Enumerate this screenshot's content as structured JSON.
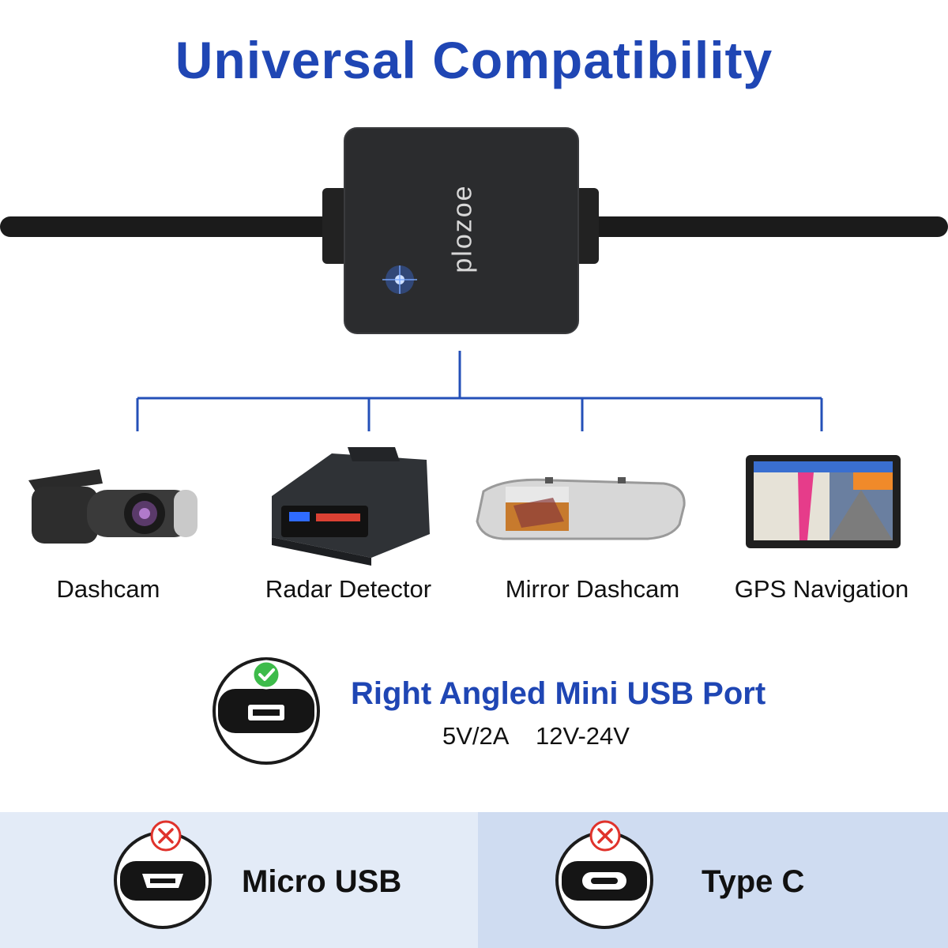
{
  "title": "Universal Compatibility",
  "module": {
    "brand": "plozoe"
  },
  "devices": [
    {
      "label": "Dashcam",
      "icon": "dashcam-icon"
    },
    {
      "label": "Radar Detector",
      "icon": "radar-detector-icon"
    },
    {
      "label": "Mirror Dashcam",
      "icon": "mirror-dashcam-icon"
    },
    {
      "label": "GPS Navigation",
      "icon": "gps-navigation-icon"
    }
  ],
  "port": {
    "title": "Right Angled Mini USB Port",
    "spec_1": "5V/2A",
    "spec_2": "12V-24V",
    "status_icon": "check-icon"
  },
  "incompatible": [
    {
      "label": "Micro USB",
      "status_icon": "cross-icon"
    },
    {
      "label": "Type C",
      "status_icon": "cross-icon"
    }
  ],
  "colors": {
    "accent": "#1f46b4",
    "check": "#3dbb4a",
    "cross": "#e0322b",
    "panel_left": "#e3ebf7",
    "panel_right": "#cfdcf1"
  }
}
